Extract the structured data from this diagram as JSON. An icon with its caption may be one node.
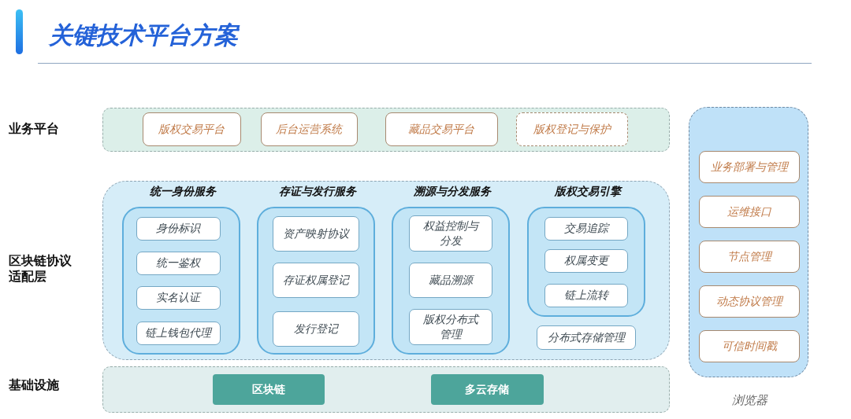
{
  "diagram": {
    "title": "关键技术平台方案",
    "nodes": [
      {
        "text": [],
        "shape": "box",
        "beside": [
          "业务平台"
        ]
      },
      {
        "text": [
          "版权交易平台"
        ],
        "in": 0
      },
      {
        "text": [
          "后台运营系统"
        ],
        "in": 0
      },
      {
        "text": [
          "藏品交易平台"
        ],
        "in": 0
      },
      {
        "text": [
          "版权登记与保护"
        ],
        "in": 0
      },
      {
        "text": [],
        "shape": "box",
        "beside": [
          "区块链协议适配层"
        ]
      },
      {
        "text": [
          "统一身份服务"
        ],
        "in": 5
      },
      {
        "text": [
          "身份标识"
        ],
        "in": 6
      },
      {
        "text": [
          "统一鉴权"
        ],
        "in": 6
      },
      {
        "text": [
          "实名认证"
        ],
        "in": 6
      },
      {
        "text": [
          "链上钱包代理"
        ],
        "in": 6
      },
      {
        "text": [
          "存证与发行服务"
        ],
        "in": 5
      },
      {
        "text": [
          "资产映射协议"
        ],
        "in": 11
      },
      {
        "text": [
          "存证权属登记"
        ],
        "in": 11
      },
      {
        "text": [
          "发行登记"
        ],
        "in": 11
      },
      {
        "text": [
          "溯源与分发服务"
        ],
        "in": 5
      },
      {
        "text": [
          "权益控制与分发"
        ],
        "in": 15
      },
      {
        "text": [
          "藏品溯源"
        ],
        "in": 15
      },
      {
        "text": [
          "版权分布式管理"
        ],
        "in": 15
      },
      {
        "text": [
          "版权交易引擎"
        ],
        "in": 5
      },
      {
        "text": [
          "交易追踪"
        ],
        "in": 19
      },
      {
        "text": [
          "权属变更"
        ],
        "in": 19
      },
      {
        "text": [
          "链上流转"
        ],
        "in": 19
      },
      {
        "text": [
          "分布式存储管理"
        ],
        "in": 5
      },
      {
        "text": [],
        "shape": "box",
        "beside": [
          "基础设施"
        ]
      },
      {
        "text": [
          "区块链"
        ],
        "in": 24
      },
      {
        "text": [
          "多云存储"
        ],
        "in": 24
      },
      {
        "text": [],
        "shape": "box",
        "beside": [
          "浏览器"
        ]
      },
      {
        "text": [
          "业务部署与管理"
        ],
        "in": 27
      },
      {
        "text": [
          "运维接口"
        ],
        "in": 27
      },
      {
        "text": [
          "节点管理"
        ],
        "in": 27
      },
      {
        "text": [
          "动态协议管理"
        ],
        "in": 27
      },
      {
        "text": [
          "可信时间戳"
        ],
        "in": 27
      }
    ]
  }
}
